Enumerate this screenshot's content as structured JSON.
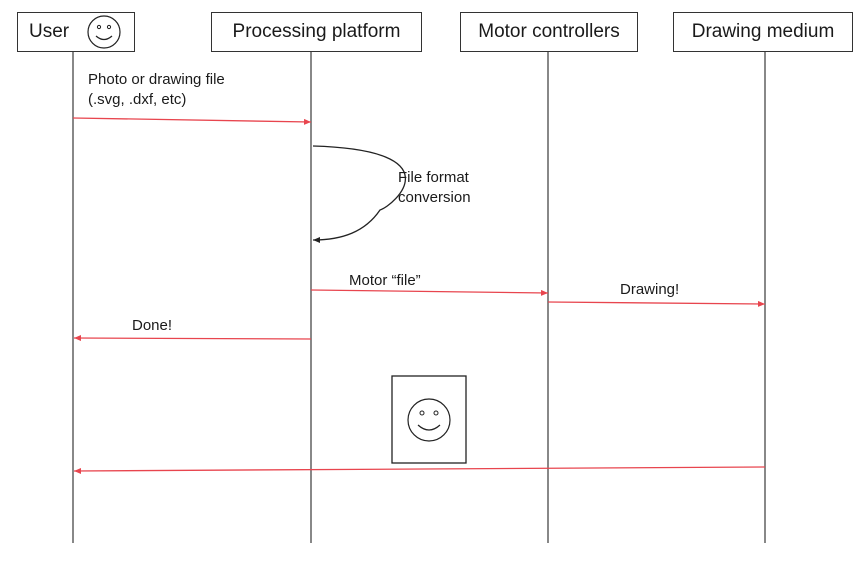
{
  "participants": {
    "user": "User",
    "processing": "Processing platform",
    "motor": "Motor controllers",
    "medium": "Drawing medium"
  },
  "messages": {
    "upload_line1": "Photo or drawing file",
    "upload_line2": "(.svg, .dxf, etc)",
    "conversion_line1": "File format",
    "conversion_line2": "conversion",
    "motor_file": "Motor “file”",
    "drawing": "Drawing!",
    "done": "Done!"
  },
  "icons": {
    "user_face": "smiley-face-icon",
    "drawing_result": "smiley-drawing-icon"
  },
  "colors": {
    "arrow": "#e8454e",
    "lifeline": "#3a3a3a"
  }
}
